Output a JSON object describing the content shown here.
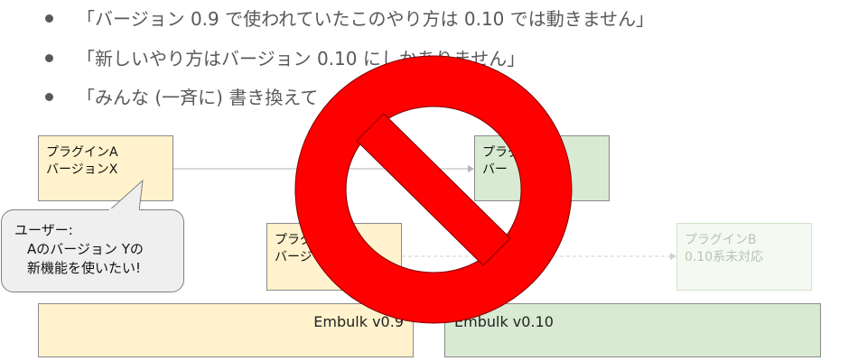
{
  "bullets": [
    "「バージョン 0.9 で使われていたこのやり方は 0.10 では動きません」",
    "「新しいやり方はバージョン 0.10 にしかありません」",
    "「みんな (一斉に) 書き換えて"
  ],
  "notes": {
    "plugin_a_x": [
      "プラグインA",
      "バージョンX"
    ],
    "plugin_a_y": [
      "プラグ",
      "バージ"
    ],
    "plugin_green": [
      "プラグ",
      "バー"
    ],
    "plugin_b": [
      "プラグインB",
      "0.10系未対応"
    ]
  },
  "platforms": {
    "v09": "Embulk v0.9",
    "v010": "Embulk v0.10"
  },
  "bubble": {
    "lines": [
      "ユーザー:",
      "Aのバージョン Yの",
      "新機能を使いたい!"
    ]
  },
  "colors": {
    "orange": "#fff2cc",
    "green": "#d9ead3",
    "prohibited_red": "#ff0000"
  },
  "icons": {
    "prohibited": "no-symbol-icon"
  }
}
